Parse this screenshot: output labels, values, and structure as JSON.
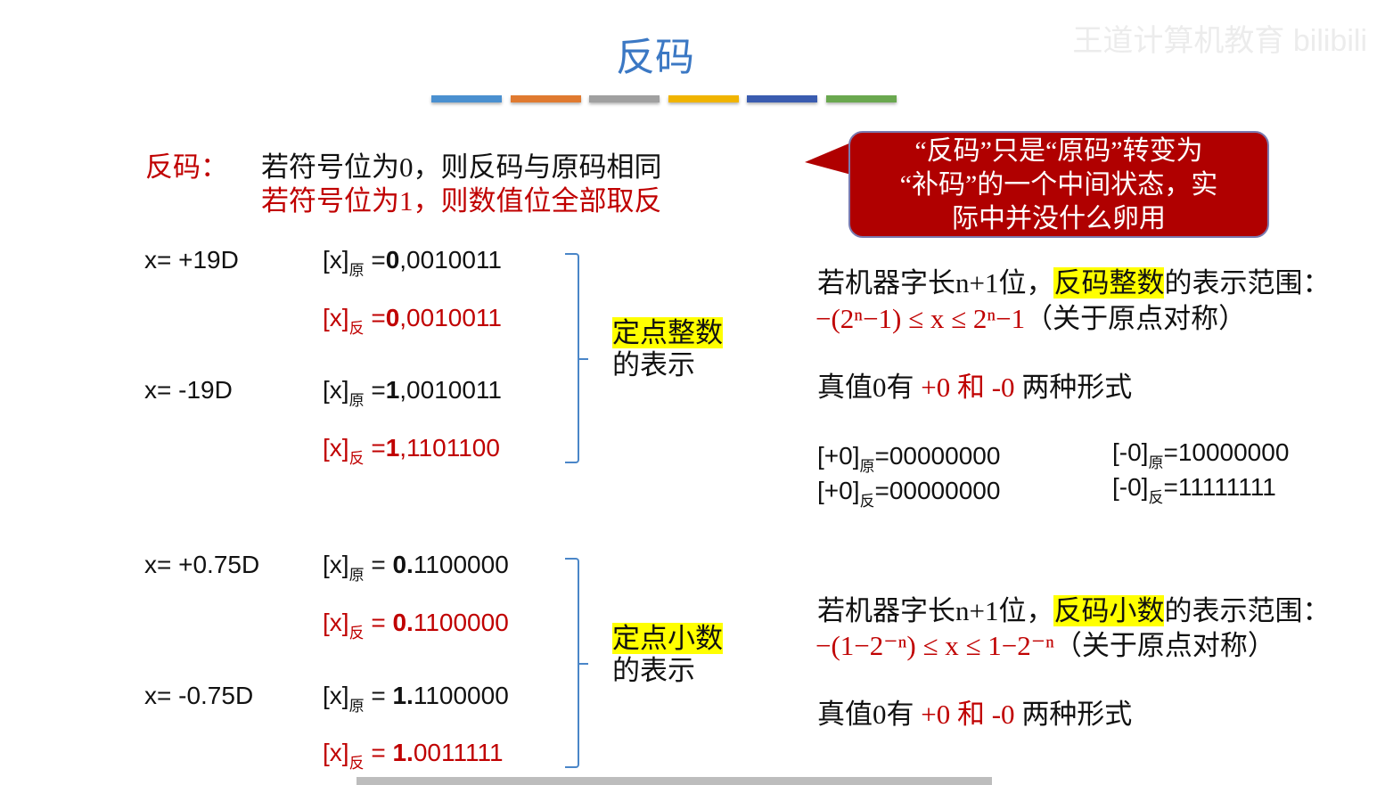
{
  "watermark": "王道计算机教育 bilibili",
  "title": "反码",
  "colors": {
    "accent": "#3b78c4",
    "red": "#c00000",
    "bars": [
      "#4a90d0",
      "#e07a30",
      "#a0a0a0",
      "#f0b400",
      "#3a5cb0",
      "#6aa84f"
    ]
  },
  "definition": {
    "label": "反码：",
    "line1": "若符号位为0，则反码与原码相同",
    "line2": "若符号位为1，则数值位全部取反"
  },
  "callout": {
    "line1": "“反码”只是“原码”转变为",
    "line2": "“补码”的一个中间状态，实",
    "line3": "际中并没什么卵用"
  },
  "int_rows": [
    {
      "label": "x= +19D",
      "pre": "[x]",
      "sub": "原",
      "eq": " =",
      "bold": "0",
      "rest": ",0010011"
    },
    {
      "label": "",
      "pre": "[x]",
      "sub": "反",
      "eq": " =",
      "bold": "0",
      "rest": ",0010011"
    },
    {
      "label": "x= -19D",
      "pre": "[x]",
      "sub": "原",
      "eq": " =",
      "bold": "1",
      "rest": ",0010011"
    },
    {
      "label": "",
      "pre": "[x]",
      "sub": "反",
      "eq": " =",
      "bold": "1",
      "rest": ",1101100"
    }
  ],
  "frac_rows": [
    {
      "label": "x= +0.75D",
      "pre": "[x]",
      "sub": "原",
      "eq": " = ",
      "bold": "0.",
      "rest": "1100000"
    },
    {
      "label": "",
      "pre": "[x]",
      "sub": "反",
      "eq": " = ",
      "bold": "0.",
      "rest": "1100000"
    },
    {
      "label": "x= -0.75D",
      "pre": "[x]",
      "sub": "原",
      "eq": " = ",
      "bold": "1.",
      "rest": "1100000"
    },
    {
      "label": "",
      "pre": "[x]",
      "sub": "反",
      "eq": " = ",
      "bold": "1.",
      "rest": "0011111"
    }
  ],
  "int_group": {
    "hl": "定点整数",
    "rest": "的表示"
  },
  "frac_group": {
    "hl": "定点小数",
    "rest": "的表示"
  },
  "int_range": {
    "pre": "若机器字长n+1位，",
    "hl": "反码整数",
    "post": "的表示范围：",
    "formula": "−(2ⁿ−1) ≤ x ≤ 2ⁿ−1",
    "note": "（关于原点对称）"
  },
  "frac_range": {
    "pre": "若机器字长n+1位，",
    "hl": "反码小数",
    "post": "的表示范围：",
    "formula": "−(1−2⁻ⁿ) ≤ x ≤ 1−2⁻ⁿ",
    "note": "（关于原点对称）"
  },
  "zero": {
    "a": "真值0有 ",
    "b": "+0 和 -0",
    "c": " 两种形式"
  },
  "zeros": [
    {
      "pre": "[+0]",
      "sub": "原",
      "val": "=00000000"
    },
    {
      "pre": "[+0]",
      "sub": "反",
      "val": "=00000000"
    },
    {
      "pre": "[-0]",
      "sub": "原",
      "val": "=10000000"
    },
    {
      "pre": "[-0]",
      "sub": "反",
      "val": "=11111111"
    }
  ]
}
